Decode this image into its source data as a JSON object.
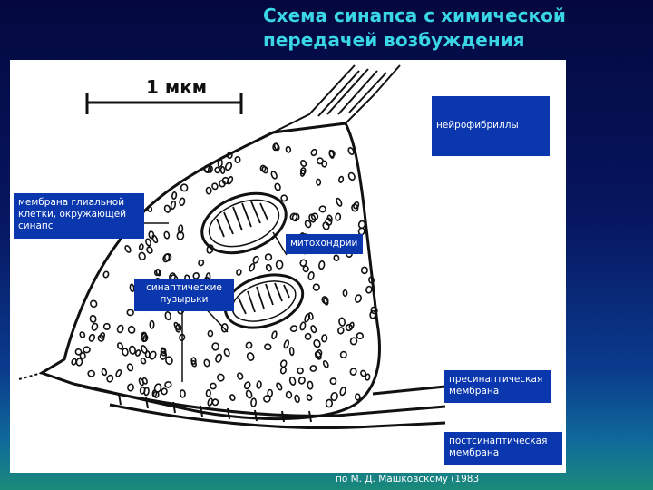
{
  "title": {
    "line1": "Схема синапса с химической",
    "line2": "передачей возбуждения"
  },
  "scale_bar": {
    "label": "1 мкм"
  },
  "labels": {
    "neurofibrils": "нейрофибриллы",
    "glial_membrane": "мембрана глиальной клетки, окружающей синапс",
    "mitochondria": "митохондрии",
    "synaptic_vesicles": "синаптические пузырьки",
    "presynaptic_membrane": "пресинаптическая мембрана",
    "postsynaptic_membrane": "постсинаптическая мембрана"
  },
  "credit": "по М. Д. Машковскому (1983",
  "colors": {
    "background_top": "#04083e",
    "title": "#3ad6e6",
    "label_box": "#0a37ad",
    "label_text": "#ffffff",
    "panel": "#ffffff",
    "ink": "#111111"
  }
}
